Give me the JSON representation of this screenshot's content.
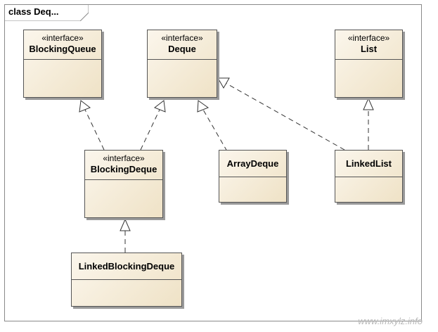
{
  "diagram": {
    "frame_title": "class Deq...",
    "classes": {
      "blocking_queue": {
        "stereotype": "«interface»",
        "name": "BlockingQueue"
      },
      "deque": {
        "stereotype": "«interface»",
        "name": "Deque"
      },
      "list": {
        "stereotype": "«interface»",
        "name": "List"
      },
      "blocking_deque": {
        "stereotype": "«interface»",
        "name": "BlockingDeque"
      },
      "array_deque": {
        "name": "ArrayDeque"
      },
      "linked_list": {
        "name": "LinkedList"
      },
      "linked_blocking_deque": {
        "name": "LinkedBlockingDeque"
      }
    },
    "relationships": [
      {
        "from": "BlockingDeque",
        "to": "BlockingQueue",
        "type": "realization"
      },
      {
        "from": "BlockingDeque",
        "to": "Deque",
        "type": "realization"
      },
      {
        "from": "ArrayDeque",
        "to": "Deque",
        "type": "realization"
      },
      {
        "from": "LinkedList",
        "to": "Deque",
        "type": "realization"
      },
      {
        "from": "LinkedList",
        "to": "List",
        "type": "realization"
      },
      {
        "from": "LinkedBlockingDeque",
        "to": "BlockingDeque",
        "type": "realization"
      }
    ],
    "colors": {
      "box_fill_light": "#fbf6ec",
      "box_fill_dark": "#efe2c6",
      "border": "#555555"
    }
  },
  "watermark": "www.imxylz.info"
}
